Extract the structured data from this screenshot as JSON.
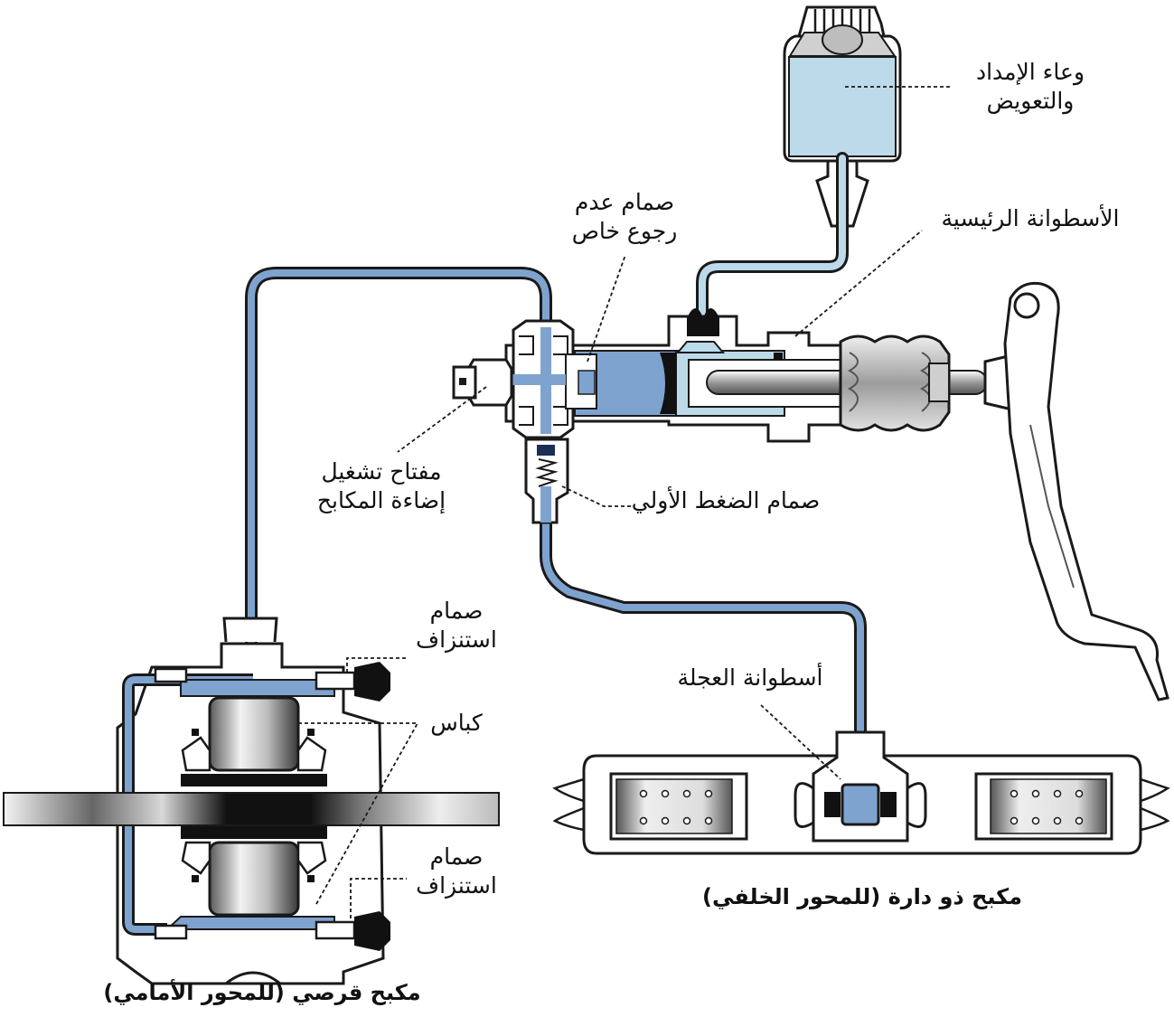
{
  "colors": {
    "fluid": "#7fa3cf",
    "fluid_light": "#bcdaea",
    "outline": "#1a1a1a",
    "metal_light": "#f4f4f4",
    "metal_mid": "#9a9a9a",
    "metal_dark": "#222222"
  },
  "labels": {
    "reservoir": [
      "وعاء الإمداد",
      "والتعويض"
    ],
    "master_cylinder": "الأسطوانة الرئيسية",
    "check_valve": [
      "صمام عدم",
      "رجوع خاص"
    ],
    "brake_light_switch": [
      "مفتاح تشغيل",
      "إضاءة المكابح"
    ],
    "residual_pressure_valve": "صمام الضغط الأولي",
    "bleed_valve_top": [
      "صمام",
      "استنزاف"
    ],
    "piston": "كباس",
    "bleed_valve_bottom": [
      "صمام",
      "استنزاف"
    ],
    "wheel_cylinder": "أسطوانة العجلة",
    "drum_brake": "مكبح ذو دارة (للمحور الخلفي)",
    "disc_brake": "مكبح قرصي (للمحور الأمامي)"
  }
}
